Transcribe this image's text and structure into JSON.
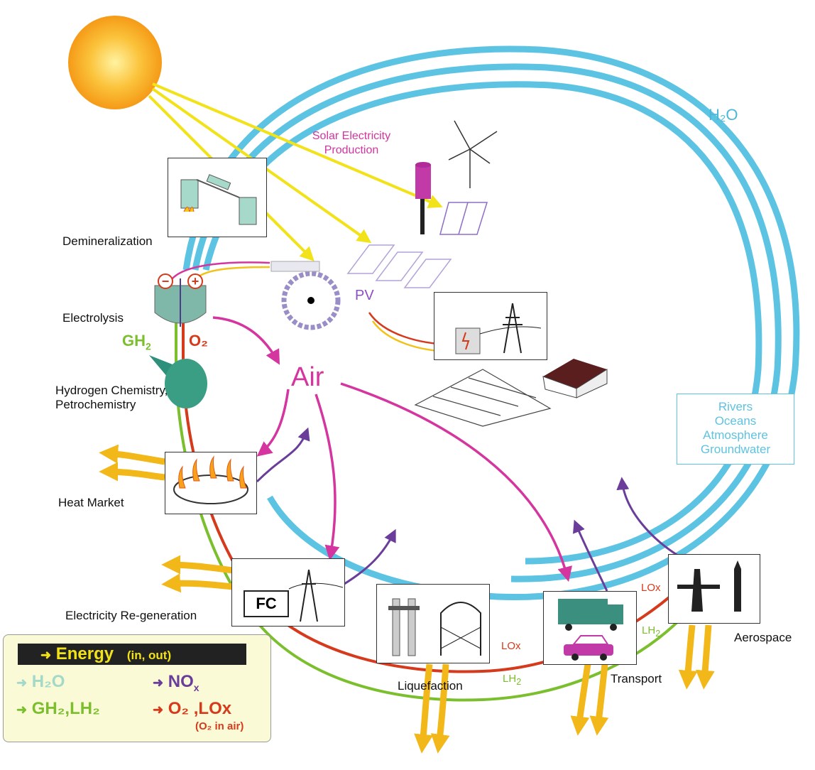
{
  "labels": {
    "h2o": "H₂O",
    "solar": "Solar Electricity Production",
    "demineralization": "Demineralization",
    "electrolysis": "Electrolysis",
    "gh2": "GH",
    "gh2_sub": "2",
    "o2": "O₂",
    "hydrogen_chem": "Hydrogen Chemistry, Petrochemistry",
    "air": "Air",
    "pv": "PV",
    "heat_market": "Heat Market",
    "electricity_regen": "Electricity Re-generation",
    "fc": "FC",
    "liquefaction": "Liquefaction",
    "transport": "Transport",
    "aerospace": "Aerospace",
    "lox1": "LOx",
    "lox2": "LOx",
    "lh2_1": "LH",
    "lh2_1_sub": "2",
    "lh2_2": "LH",
    "lh2_2_sub": "2",
    "rivers_box": [
      "Rivers",
      "Oceans",
      "Atmosphere",
      "Groundwater"
    ]
  },
  "legend": {
    "energy": "Energy",
    "energy_note": "(in, out)",
    "h2o": "H₂O",
    "nox": "NO",
    "nox_sub": "x",
    "gh2_lh2": "GH₂,LH₂",
    "o2_lox": "O₂ ,LOx",
    "o2_air": "(O₂ in air)"
  },
  "colors": {
    "energy": "#f5c518",
    "h2o": "#4db7d8",
    "hydrogen": "#7cbf2e",
    "oxygen": "#d63a1c",
    "nox": "#6a3d9a",
    "air": "#d4359e",
    "sun": "#f7a21a"
  },
  "icons": {
    "sun": "sun-icon",
    "wind": "wind-turbine-icon",
    "pv": "solar-panel-icon",
    "pylon": "power-pylon-icon",
    "flame": "flame-icon",
    "truck": "truck-icon",
    "car": "car-icon",
    "plane": "airplane-icon",
    "rocket": "rocket-icon",
    "tank": "storage-tank-icon"
  }
}
